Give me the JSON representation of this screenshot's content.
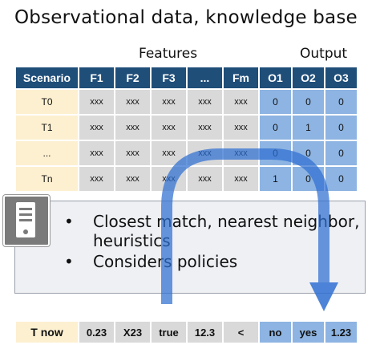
{
  "title": "Observational data, knowledge base",
  "group_labels": {
    "features": "Features",
    "output": "Output"
  },
  "table": {
    "headers": [
      "Scenario",
      "F1",
      "F2",
      "F3",
      "...",
      "Fm",
      "O1",
      "O2",
      "O3"
    ],
    "rows": [
      [
        "T0",
        "xxx",
        "xxx",
        "xxx",
        "xxx",
        "xxx",
        "0",
        "0",
        "0"
      ],
      [
        "T1",
        "xxx",
        "xxx",
        "xxx",
        "xxx",
        "xxx",
        "0",
        "1",
        "0"
      ],
      [
        "...",
        "xxx",
        "xxx",
        "xxx",
        "xxx",
        "xxx",
        "0",
        "0",
        "0"
      ],
      [
        "Tn",
        "xxx",
        "xxx",
        "xxx",
        "xxx",
        "xxx",
        "1",
        "0",
        "0"
      ]
    ]
  },
  "panel": {
    "icon": "server-icon",
    "bullets": [
      "Closest match, nearest neighbor, heuristics",
      "Considers policies"
    ]
  },
  "now_row": [
    "T now",
    "0.23",
    "X23",
    "true",
    "12.3",
    "<",
    "no",
    "yes",
    "1.23"
  ],
  "colors": {
    "header": "#1f4e79",
    "scenario": "#fdf0d0",
    "feature": "#d9d9d9",
    "output": "#8db4e2",
    "arrow": "#2f6fd1"
  }
}
